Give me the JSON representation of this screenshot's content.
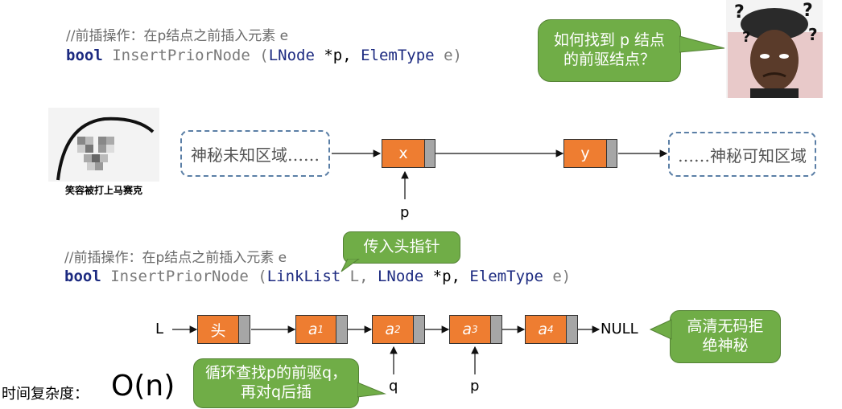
{
  "top_comment": "//前插操作：在p结点之前插入元素 e",
  "top_code": {
    "kw": "bool",
    "fn": "InsertPriorNode",
    "open": " (",
    "t1": "LNode",
    "p1": " *p, ",
    "t2": "ElemType",
    "p2": " e)"
  },
  "bubble_top": "如何找到 p 结点的前驱结点？",
  "meme_caption": "笑容被打上马赛克",
  "unknown_left": "神秘未知区域……",
  "node_x": "x",
  "node_y": "y",
  "known_right": "……神秘可知区域",
  "pointer_p1": "p",
  "bottom_comment": "//前插操作：在p结点之前插入元素 e",
  "bubble_head": "传入头指针",
  "bottom_code": {
    "kw": "bool",
    "fn": "InsertPriorNode",
    "open": " (",
    "t1": "LinkList",
    "p1": " L, ",
    "t2": "LNode",
    "p2": " *p, ",
    "t3": "ElemType",
    "p3": " e)"
  },
  "list": {
    "L": "L",
    "head": "头",
    "a1": "a",
    "a1_sub": "1",
    "a2": "a",
    "a2_sub": "2",
    "a3": "a",
    "a3_sub": "3",
    "a4": "a",
    "a4_sub": "4",
    "null": "NULL",
    "q": "q",
    "p": "p"
  },
  "bubble_hd": "高清无码拒绝神秘",
  "bubble_loop": "循环查找p的前驱q，再对q后插",
  "complexity_label": "时间复杂度：",
  "complexity_value": "O(n)",
  "colors": {
    "node": "#ee7d31",
    "ptr": "#a6a6a6",
    "bubble": "#70ad47",
    "dashed": "#5b7fa6"
  }
}
